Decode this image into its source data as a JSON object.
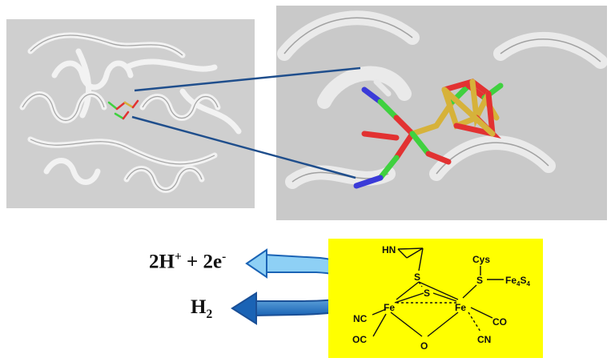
{
  "reaction": {
    "lhs": {
      "coef": "2H",
      "proton_charge": "+",
      "plus": " + ",
      "electrons": "2e",
      "electron_charge": "-"
    },
    "rhs": {
      "product": "H",
      "product_subscript": "2"
    }
  },
  "cofactor": {
    "labels": {
      "amine": "HN",
      "cys": "Cys",
      "cluster_prefix": "Fe",
      "cluster_sub1": "4",
      "cluster_mid": "S",
      "cluster_sub2": "4",
      "s_bridge_top": "S",
      "s_bridge_center": "S",
      "s_cys": "S",
      "fe_left": "Fe",
      "fe_right": "Fe",
      "cn_left": "NC",
      "oc_left": "OC",
      "o_bridge": "O",
      "co_right": "CO",
      "cn_right": "CN"
    },
    "background_color": "#ffff00"
  },
  "colors": {
    "connector_line": "#1f4e8c",
    "arrow_dark": "#1a63b5",
    "arrow_light": "#8ed0f5",
    "stick_carbon": "#3fd13f",
    "stick_oxygen": "#e23232",
    "stick_sulfur": "#d6b23a",
    "stick_nitrogen": "#3a3ad8",
    "stick_hydrogen": "#e8e8e8"
  }
}
